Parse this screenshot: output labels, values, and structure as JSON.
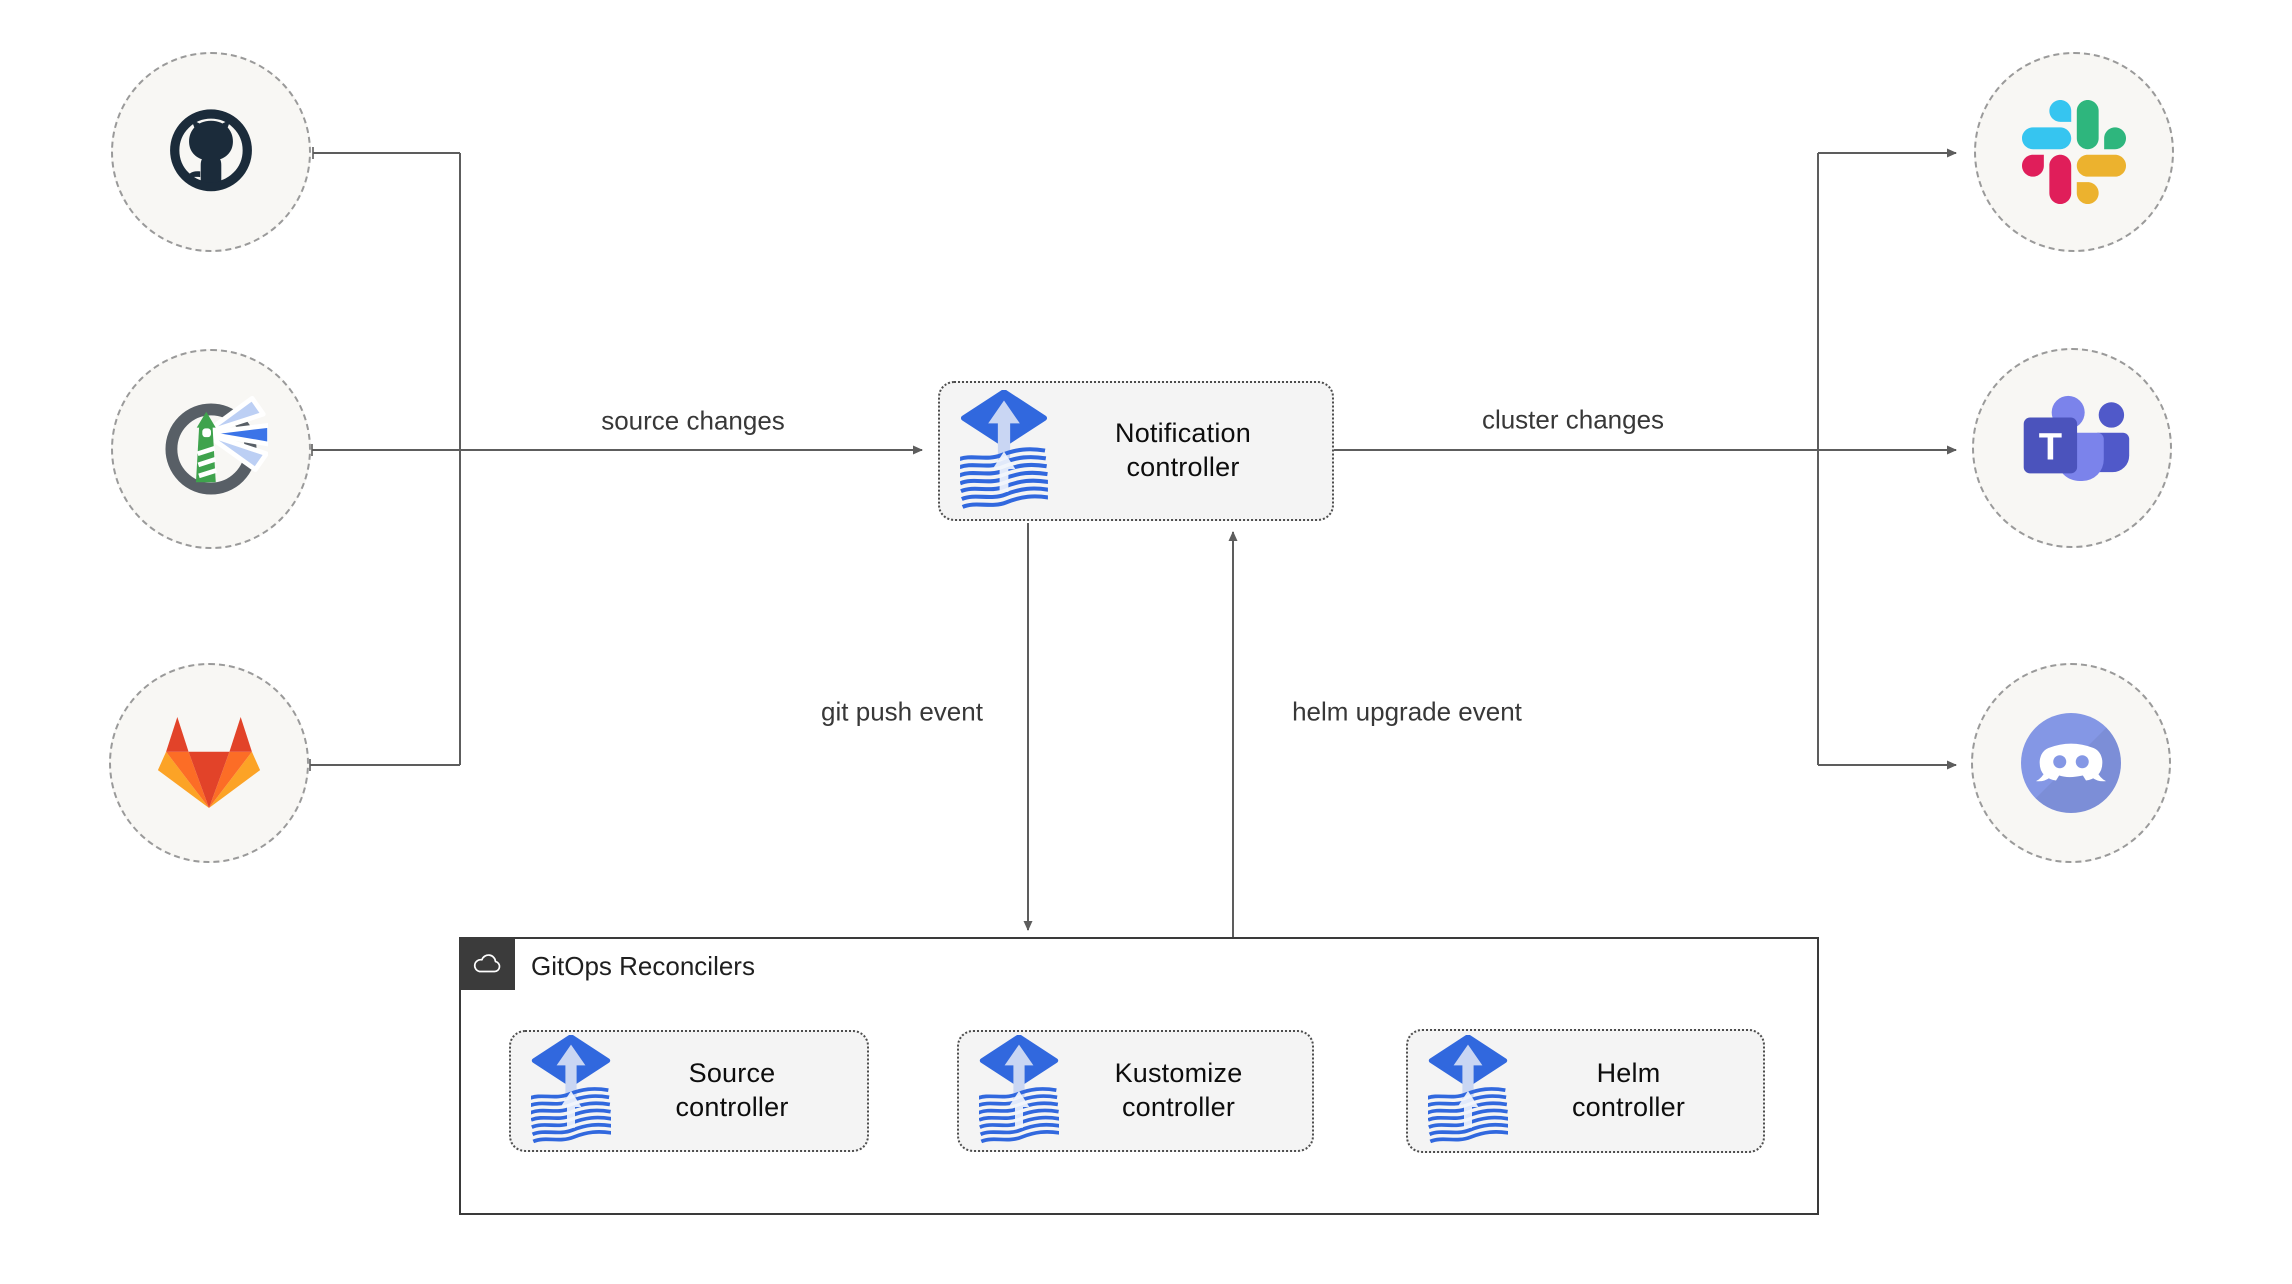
{
  "notification": {
    "label": "Notification\ncontroller",
    "icon": "flux-icon"
  },
  "group": {
    "title": "GitOps Reconcilers",
    "icon": "cloud-icon",
    "controllers": [
      {
        "label": "Source\ncontroller",
        "icon": "flux-icon"
      },
      {
        "label": "Kustomize\ncontroller",
        "icon": "flux-icon"
      },
      {
        "label": "Helm\ncontroller",
        "icon": "flux-icon"
      }
    ]
  },
  "source_nodes": [
    {
      "icon": "github-icon"
    },
    {
      "icon": "harbor-icon"
    },
    {
      "icon": "gitlab-icon"
    }
  ],
  "target_nodes": [
    {
      "icon": "slack-icon"
    },
    {
      "icon": "microsoft-teams-icon"
    },
    {
      "icon": "discord-icon"
    }
  ],
  "edge_labels": {
    "source_changes": "source changes",
    "cluster_changes": "cluster changes",
    "git_push": "git push event",
    "helm_upgrade": "helm upgrade event"
  },
  "colors": {
    "flux_blue": "#3168DE",
    "flux_light": "#C9D6F3",
    "line_gray": "#5d5d5d",
    "box_fill": "#F4F4F4",
    "circle_fill": "#F8F7F4",
    "group_badge": "#3B3B3B",
    "github_dark": "#1B2B3A",
    "harbor_gray": "#585F66",
    "harbor_green": "#3FA34D",
    "harbor_beam_blue": "#3B74E8",
    "gitlab_red": "#E24329",
    "gitlab_orange": "#FC6D26",
    "gitlab_yellow": "#FCA326",
    "slack_blue": "#36C5F0",
    "slack_green": "#2EB67D",
    "slack_red": "#E01E5A",
    "slack_yellow": "#ECB22E",
    "teams_dark": "#4B53BC",
    "teams_mid": "#5059C9",
    "teams_light": "#7B83EB",
    "discord_blurple": "#8497E5"
  }
}
